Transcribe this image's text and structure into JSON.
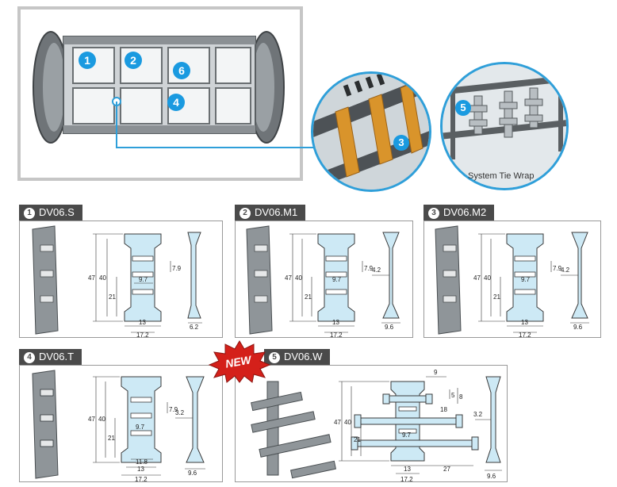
{
  "hero": {
    "callouts": [
      "1",
      "2",
      "6",
      "4",
      "3",
      "5"
    ],
    "tie_wrap_label": "System Tie Wrap"
  },
  "panels": [
    {
      "num": "1",
      "name": "DV06.S",
      "dims": {
        "h_outer": "47",
        "h_inner": "40",
        "h_low": "21",
        "w_slot": "9.7",
        "slot_h": "7.9",
        "w13": "13",
        "w172": "17.2",
        "side_w": "6.2"
      }
    },
    {
      "num": "2",
      "name": "DV06.M1",
      "dims": {
        "h_outer": "47",
        "h_inner": "40",
        "h_low": "21",
        "w_slot": "9.7",
        "slot_h": "7.9",
        "w13": "13",
        "w172": "17.2",
        "side_t": "4.2",
        "side_w": "9.6"
      }
    },
    {
      "num": "3",
      "name": "DV06.M2",
      "dims": {
        "h_outer": "47",
        "h_inner": "40",
        "h_low": "21",
        "w_slot": "9.7",
        "slot_h": "7.9",
        "w13": "13",
        "w172": "17.2",
        "side_t": "4.2",
        "side_w": "9.6"
      }
    },
    {
      "num": "4",
      "name": "DV06.T",
      "dims": {
        "h_outer": "47",
        "h_inner": "40",
        "h_low": "21",
        "w_slot": "9.7",
        "slot_h": "7.9",
        "w118": "11.8",
        "w13": "13",
        "w172": "17.2",
        "side_t": "3.2",
        "side_w": "9.6"
      }
    },
    {
      "num": "5",
      "name": "DV06.W",
      "badge": "NEW",
      "dims": {
        "h_outer": "47",
        "h_inner": "40",
        "h_low": "21",
        "w_slot": "9.7",
        "top9": "9",
        "d5": "5",
        "d8": "8",
        "d18": "18",
        "w13": "13",
        "w172": "17.2",
        "w27": "27",
        "side_t": "3.2",
        "side_w": "9.6"
      }
    }
  ],
  "colors": {
    "accent": "#1a9ae0",
    "part_fill": "#cde9f5",
    "tab_bg": "#4a4a4a",
    "new_red": "#d4201a"
  }
}
